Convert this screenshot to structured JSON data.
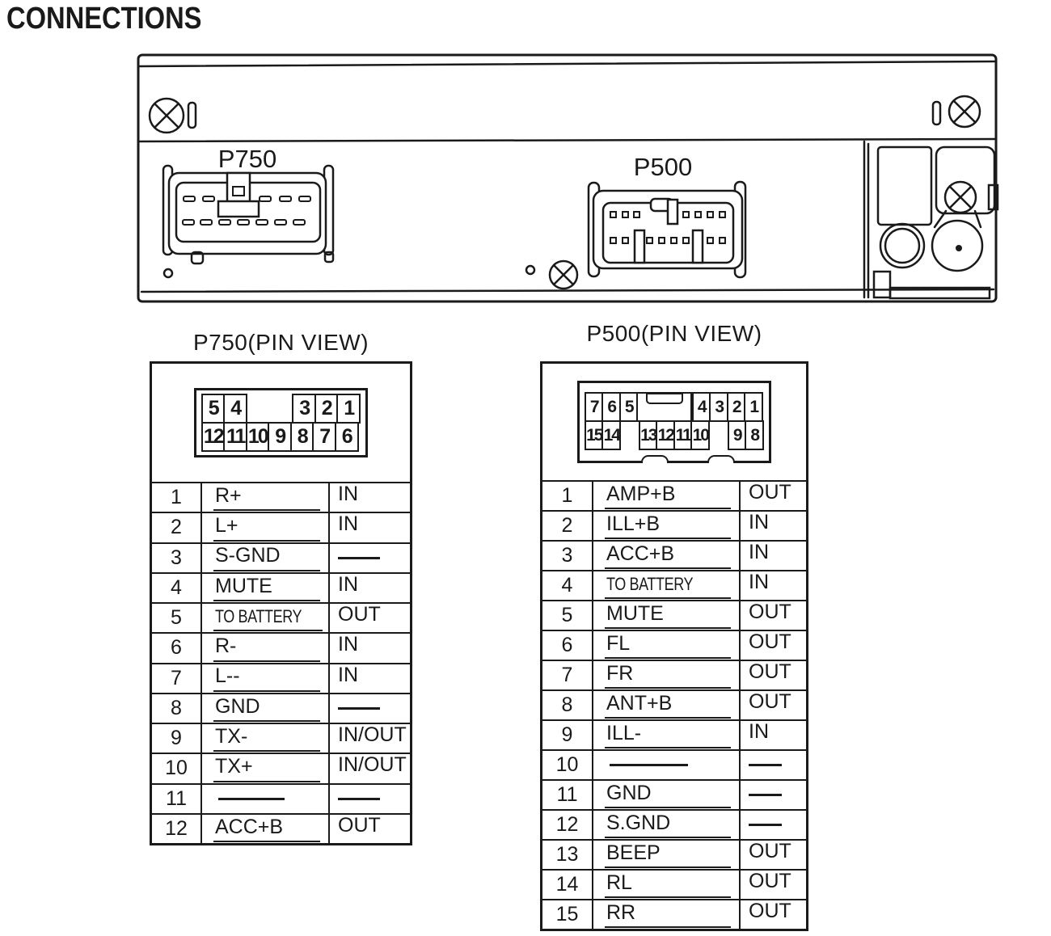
{
  "page": {
    "title": "CONNECTIONS"
  },
  "device": {
    "connector_left_label": "P750",
    "connector_right_label": "P500"
  },
  "tables": [
    {
      "id": "p750",
      "title": "P750(PIN VIEW)",
      "pin_view": {
        "top_row": [
          {
            "n": "5"
          },
          {
            "n": "4"
          },
          {
            "gap": 2
          },
          {
            "n": "3"
          },
          {
            "n": "2"
          },
          {
            "n": "1"
          }
        ],
        "bottom_row": [
          {
            "n": "12"
          },
          {
            "n": "11"
          },
          {
            "n": "10"
          },
          {
            "n": "9"
          },
          {
            "n": "8"
          },
          {
            "n": "7"
          },
          {
            "n": "6"
          }
        ]
      },
      "rows": [
        {
          "pin": "1",
          "label": "R+",
          "io": "IN"
        },
        {
          "pin": "2",
          "label": "L+",
          "io": "IN"
        },
        {
          "pin": "3",
          "label": "S-GND",
          "io": null
        },
        {
          "pin": "4",
          "label": "MUTE",
          "overline": true,
          "io": "IN"
        },
        {
          "pin": "5",
          "label": "TO BATTERY",
          "io": "OUT"
        },
        {
          "pin": "6",
          "label": "R-",
          "io": "IN"
        },
        {
          "pin": "7",
          "label": "L--",
          "io": "IN"
        },
        {
          "pin": "8",
          "label": "GND",
          "io": null
        },
        {
          "pin": "9",
          "label": "TX-",
          "io": "IN/OUT"
        },
        {
          "pin": "10",
          "label": "TX+",
          "io": "IN/OUT"
        },
        {
          "pin": "11",
          "label": null,
          "io": null
        },
        {
          "pin": "12",
          "label": "ACC+B",
          "io": "OUT"
        }
      ]
    },
    {
      "id": "p500",
      "title": "P500(PIN VIEW)",
      "pin_view": {
        "top_row": [
          {
            "n": "7"
          },
          {
            "n": "6"
          },
          {
            "n": "5"
          },
          {
            "key": 3
          },
          {
            "n": "4"
          },
          {
            "n": "3"
          },
          {
            "n": "2"
          },
          {
            "n": "1"
          }
        ],
        "bottom_row": [
          {
            "n": "15"
          },
          {
            "n": "14"
          },
          {
            "gap": 1
          },
          {
            "n": "13"
          },
          {
            "n": "12"
          },
          {
            "n": "11"
          },
          {
            "n": "10"
          },
          {
            "gap": 1
          },
          {
            "n": "9"
          },
          {
            "n": "8"
          }
        ]
      },
      "rows": [
        {
          "pin": "1",
          "label": "AMP+B",
          "io": "OUT"
        },
        {
          "pin": "2",
          "label": "ILL+B",
          "io": "IN"
        },
        {
          "pin": "3",
          "label": "ACC+B",
          "io": "IN"
        },
        {
          "pin": "4",
          "label": "TO BATTERY",
          "io": "IN"
        },
        {
          "pin": "5",
          "label": "MUTE",
          "io": "OUT"
        },
        {
          "pin": "6",
          "label": "FL",
          "io": "OUT"
        },
        {
          "pin": "7",
          "label": "FR",
          "io": "OUT"
        },
        {
          "pin": "8",
          "label": "ANT+B",
          "io": "OUT"
        },
        {
          "pin": "9",
          "label": "ILL-",
          "io": "IN"
        },
        {
          "pin": "10",
          "label": null,
          "io": null
        },
        {
          "pin": "11",
          "label": "GND",
          "io": null
        },
        {
          "pin": "12",
          "label": "S.GND",
          "io": null
        },
        {
          "pin": "13",
          "label": "BEEP",
          "io": "OUT"
        },
        {
          "pin": "14",
          "label": "RL",
          "io": "OUT"
        },
        {
          "pin": "15",
          "label": "RR",
          "io": "OUT"
        }
      ]
    }
  ],
  "colors": {
    "ink": "#1a1a1a",
    "paper": "#ffffff"
  }
}
